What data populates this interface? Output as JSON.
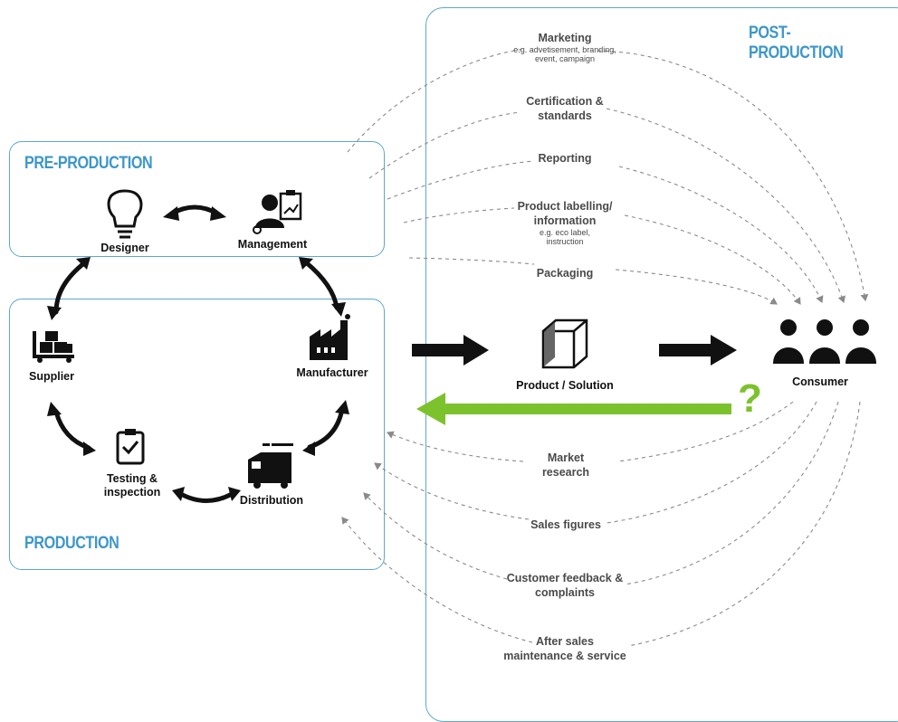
{
  "sections": {
    "post_production": "POST-PRODUCTION",
    "pre_production": "PRE-PRODUCTION",
    "production": "PRODUCTION"
  },
  "nodes": {
    "designer": "Designer",
    "management": "Management",
    "supplier": "Supplier",
    "manufacturer": "Manufacturer",
    "testing_line1": "Testing &",
    "testing_line2": "inspection",
    "distribution": "Distribution",
    "product": "Product / Solution",
    "consumer": "Consumer"
  },
  "post_production_items": {
    "marketing": {
      "title": "Marketing",
      "sub1": "e.g. advetisement, branding,",
      "sub2": "event, campaign"
    },
    "certification": {
      "line1": "Certification &",
      "line2": "standards"
    },
    "reporting": {
      "title": "Reporting"
    },
    "labelling": {
      "line1": "Product labelling/",
      "line2": "information",
      "sub1": "e.g. eco label,",
      "sub2": "instruction"
    },
    "packaging": {
      "title": "Packaging"
    }
  },
  "feedback_items": {
    "market_research": {
      "line1": "Market",
      "line2": "research"
    },
    "sales_figures": {
      "title": "Sales figures"
    },
    "customer_feedback": {
      "line1": "Customer feedback &",
      "line2": "complaints"
    },
    "after_sales": {
      "line1": "After sales",
      "line2": "maintenance & service"
    }
  },
  "question_mark": "?",
  "colors": {
    "section_blue": "#3d97c9",
    "box_border": "#5ea7cf",
    "feedback_green": "#7cc22c",
    "dashed_gray": "#8a8a8a"
  },
  "icons": [
    "lightbulb-icon",
    "management-icon",
    "supplier-icon",
    "factory-icon",
    "clipboard-check-icon",
    "delivery-truck-icon",
    "cube-icon",
    "consumer-group-icon"
  ]
}
